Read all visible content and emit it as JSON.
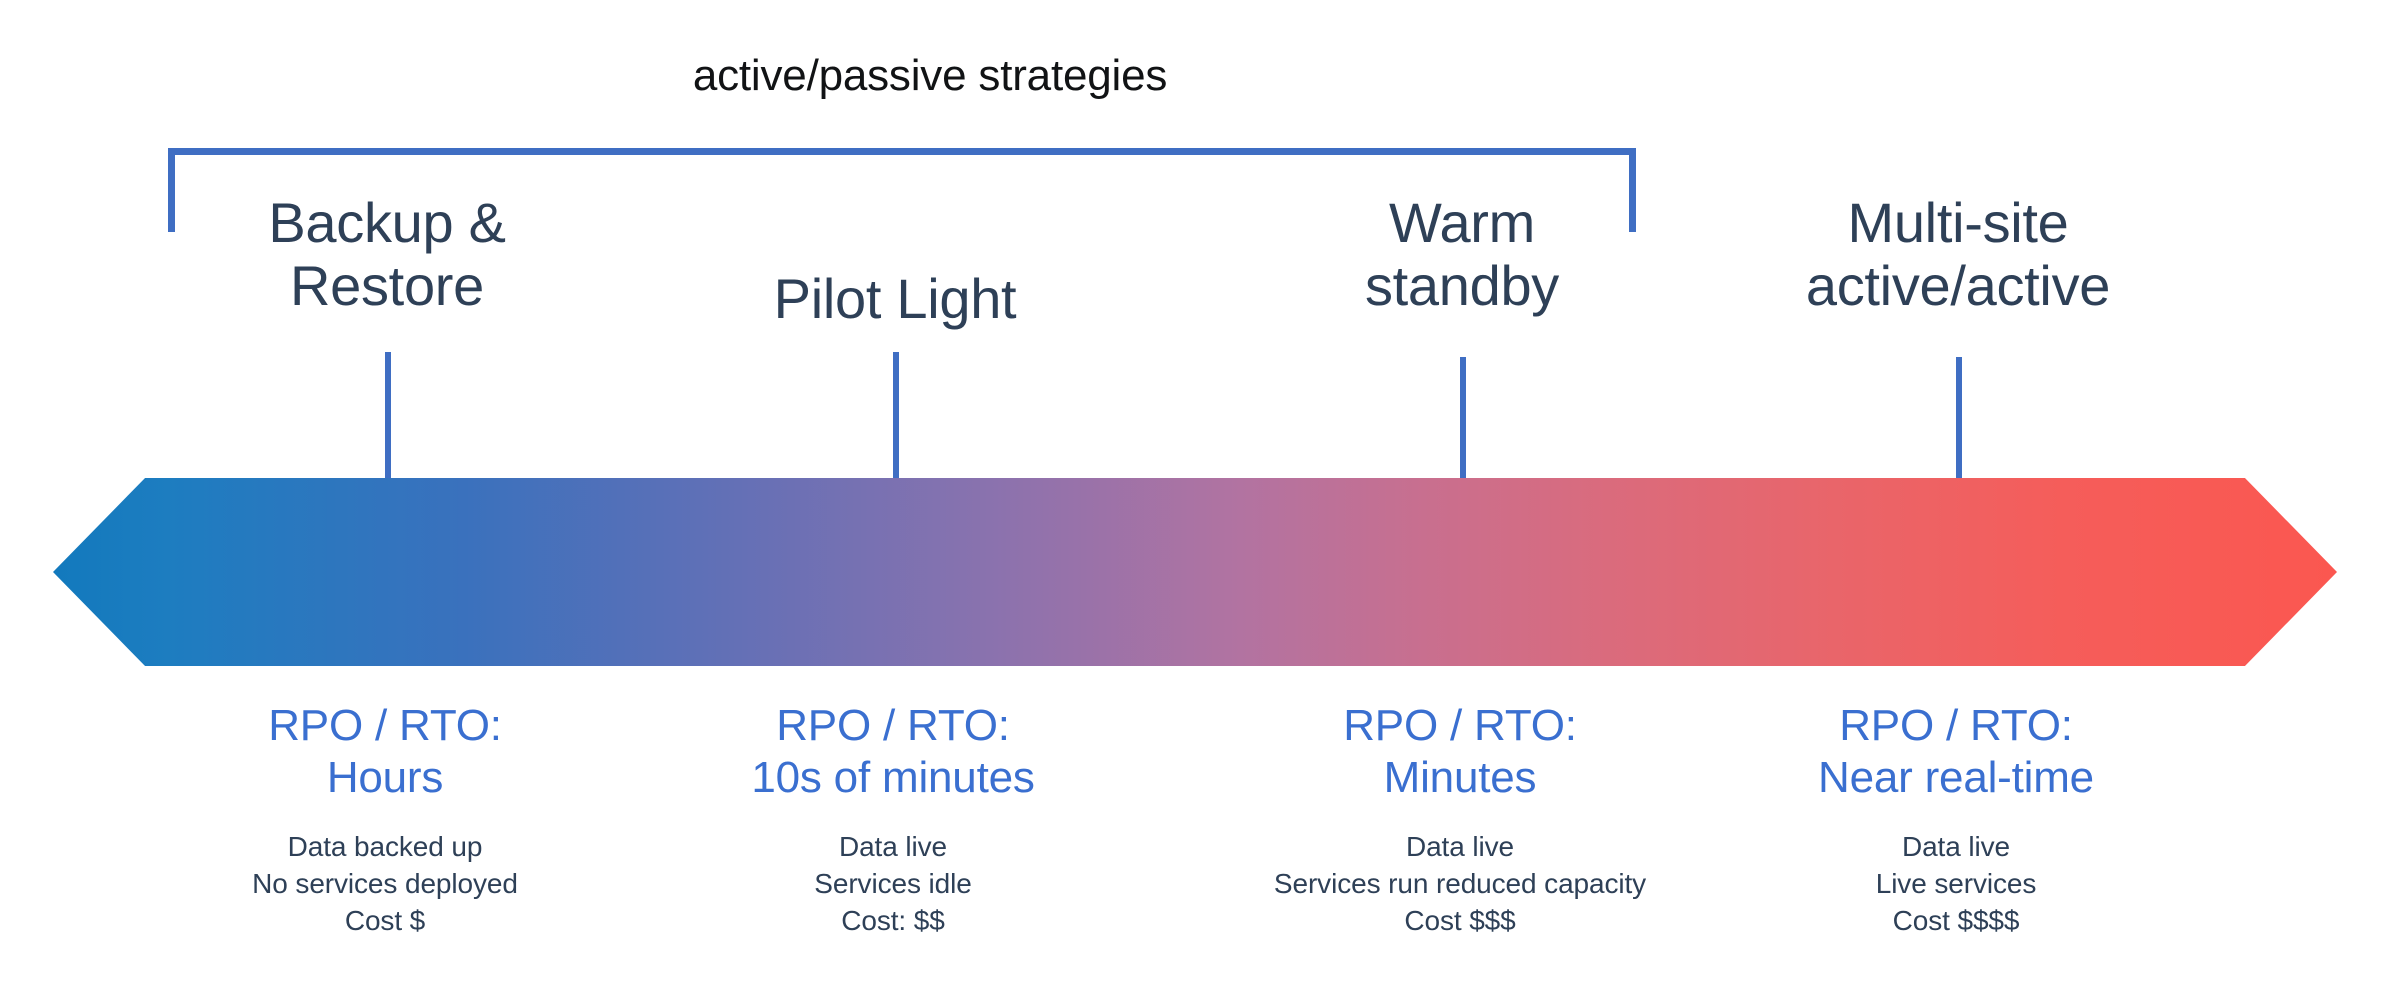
{
  "diagram": {
    "title": "active/passive strategies",
    "bracket": {
      "label": "active/passive strategies",
      "covers": [
        "Backup & Restore",
        "Pilot Light",
        "Warm standby"
      ]
    },
    "colors": {
      "bracket_blue": "#3f6ec3",
      "rpo_text_blue": "#3a6fd0",
      "heading_dark": "#2e4057",
      "caption_black": "#111315",
      "gradient_start": "#1279bd",
      "gradient_mid": "#b273a1",
      "gradient_end": "#fb5750"
    },
    "strategies": [
      {
        "name_lines": [
          "Backup &",
          "Restore"
        ],
        "rpo_label": "RPO / RTO:",
        "rpo_value": "Hours",
        "details": [
          "Data backed up",
          "No services deployed",
          "Cost $"
        ],
        "cost": "$"
      },
      {
        "name_lines": [
          "Pilot Light"
        ],
        "rpo_label": "RPO / RTO:",
        "rpo_value": "10s of minutes",
        "details": [
          "Data live",
          "Services idle",
          "Cost: $$"
        ],
        "cost": "$$"
      },
      {
        "name_lines": [
          "Warm",
          "standby"
        ],
        "rpo_label": "RPO / RTO:",
        "rpo_value": "Minutes",
        "details": [
          "Data live",
          "Services run reduced capacity",
          "Cost $$$"
        ],
        "cost": "$$$"
      },
      {
        "name_lines": [
          "Multi-site",
          "active/active"
        ],
        "rpo_label": "RPO / RTO:",
        "rpo_value": "Near real-time",
        "details": [
          "Data live",
          "Live services",
          "Cost $$$$"
        ],
        "cost": "$$$$"
      }
    ]
  }
}
